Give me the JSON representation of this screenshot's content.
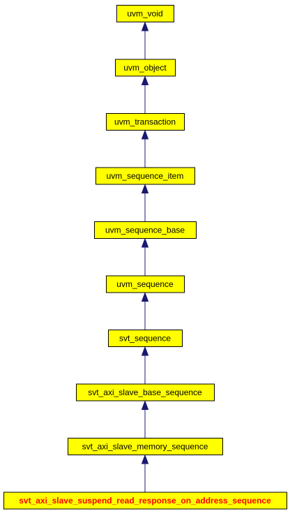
{
  "diagram": {
    "nodes": [
      {
        "id": "uvm_void",
        "label": "uvm_void",
        "highlight": false
      },
      {
        "id": "uvm_object",
        "label": "uvm_object",
        "highlight": false
      },
      {
        "id": "uvm_transaction",
        "label": "uvm_transaction",
        "highlight": false
      },
      {
        "id": "uvm_sequence_item",
        "label": "uvm_sequence_item",
        "highlight": false
      },
      {
        "id": "uvm_sequence_base",
        "label": "uvm_sequence_base",
        "highlight": false
      },
      {
        "id": "uvm_sequence",
        "label": "uvm_sequence",
        "highlight": false
      },
      {
        "id": "svt_sequence",
        "label": "svt_sequence",
        "highlight": false
      },
      {
        "id": "svt_axi_slave_base_sequence",
        "label": "svt_axi_slave_base_sequence",
        "highlight": false
      },
      {
        "id": "svt_axi_slave_memory_sequence",
        "label": "svt_axi_slave_memory_sequence",
        "highlight": false
      },
      {
        "id": "svt_axi_slave_suspend_read_response_on_address_sequence",
        "label": "svt_axi_slave_suspend_read_response_on_address_sequence",
        "highlight": true
      }
    ],
    "edges": [
      {
        "from": "uvm_object",
        "to": "uvm_void"
      },
      {
        "from": "uvm_transaction",
        "to": "uvm_object"
      },
      {
        "from": "uvm_sequence_item",
        "to": "uvm_transaction"
      },
      {
        "from": "uvm_sequence_base",
        "to": "uvm_sequence_item"
      },
      {
        "from": "uvm_sequence",
        "to": "uvm_sequence_base"
      },
      {
        "from": "svt_sequence",
        "to": "uvm_sequence"
      },
      {
        "from": "svt_axi_slave_base_sequence",
        "to": "svt_sequence"
      },
      {
        "from": "svt_axi_slave_memory_sequence",
        "to": "svt_axi_slave_base_sequence"
      },
      {
        "from": "svt_axi_slave_suspend_read_response_on_address_sequence",
        "to": "svt_axi_slave_memory_sequence"
      }
    ],
    "colors": {
      "node_fill": "#ffff00",
      "node_stroke": "#000000",
      "edge": "#191970",
      "highlight_text": "#ff0000",
      "text": "#000000"
    }
  }
}
